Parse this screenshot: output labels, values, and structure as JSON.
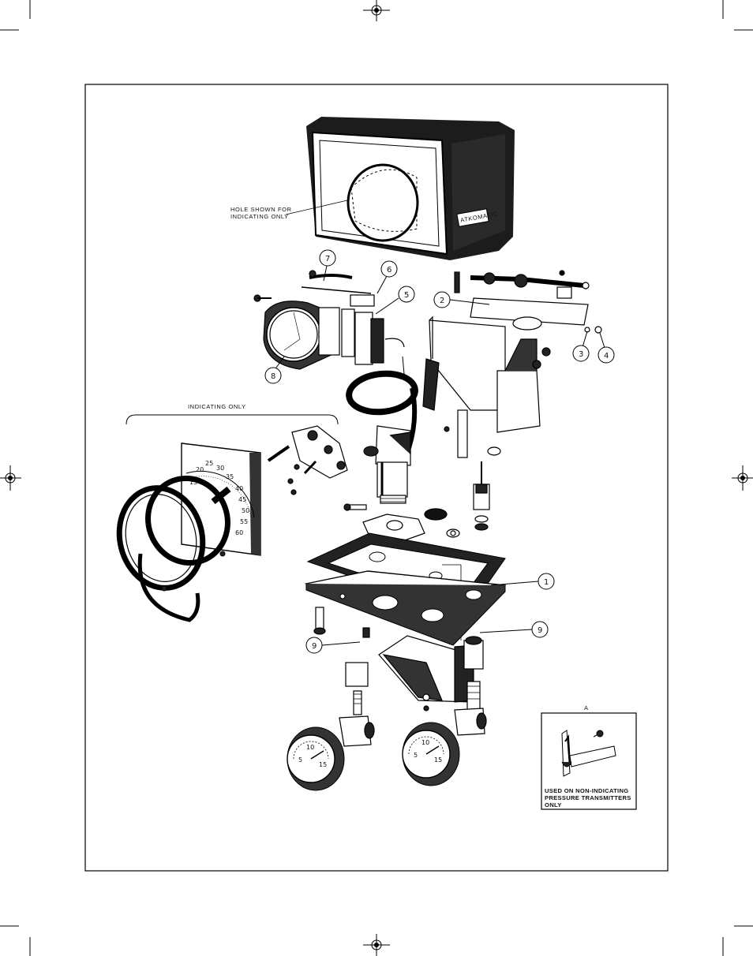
{
  "annotations": {
    "hole_note_line1": "HOLE SHOWN FOR",
    "hole_note_line2": "INDICATING ONLY",
    "indicating_only": "INDICATING ONLY",
    "brand_plate": "ATKOMATIC"
  },
  "dial_scale": [
    "15",
    "20",
    "25",
    "30",
    "35",
    "40",
    "45",
    "50",
    "55",
    "60"
  ],
  "callouts": [
    "1",
    "2",
    "3",
    "4",
    "5",
    "6",
    "7",
    "8",
    "9",
    "9"
  ],
  "inset": {
    "letter": "A",
    "note_line1": "USED ON NON-INDICATING",
    "note_line2": "PRESSURE TRANSMITTERS",
    "note_line3": "ONLY"
  },
  "gauge_scale": [
    "5",
    "10",
    "15"
  ]
}
